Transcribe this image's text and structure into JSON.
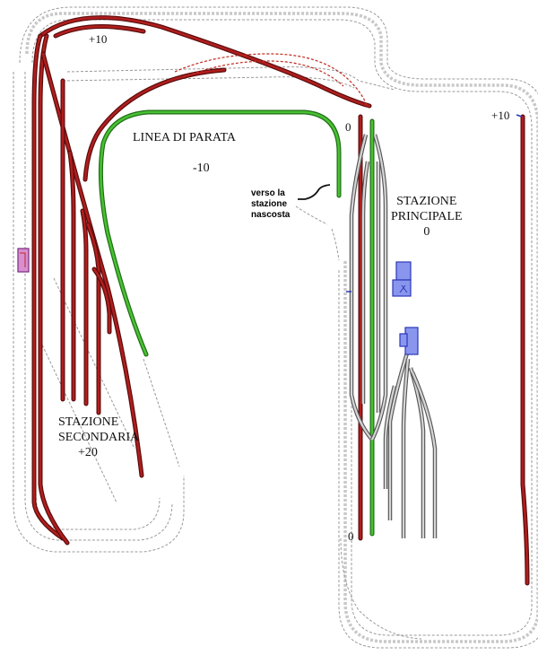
{
  "colors": {
    "upper_track": "#9c1a1a",
    "upper_track_dark": "#5a0c0c",
    "parade_track": "#3aa52a",
    "parade_track_dark": "#1e6e14",
    "hidden_track": "#888888",
    "station_track": "#b0b0b0",
    "building_fill": "#8a96ee",
    "building_stroke": "#2a37b8",
    "pink_building_fill": "#d88fd0",
    "pink_building_stroke": "#7a2a80"
  },
  "labels": {
    "level_top_left": "+10",
    "level_right": "+10",
    "level_zero_top": "0",
    "level_zero_bottom": "0",
    "parade_title": "LINEA DI PARATA",
    "parade_level": "-10",
    "hidden_link_line1": "verso la",
    "hidden_link_line2": "stazione",
    "hidden_link_line3": "nascosta",
    "main_station_line1": "STAZIONE",
    "main_station_line2": "PRINCIPALE",
    "main_station_level": "0",
    "secondary_station_line1": "STAZIONE",
    "secondary_station_line2": "SECONDARIA",
    "secondary_station_level": "+20"
  }
}
